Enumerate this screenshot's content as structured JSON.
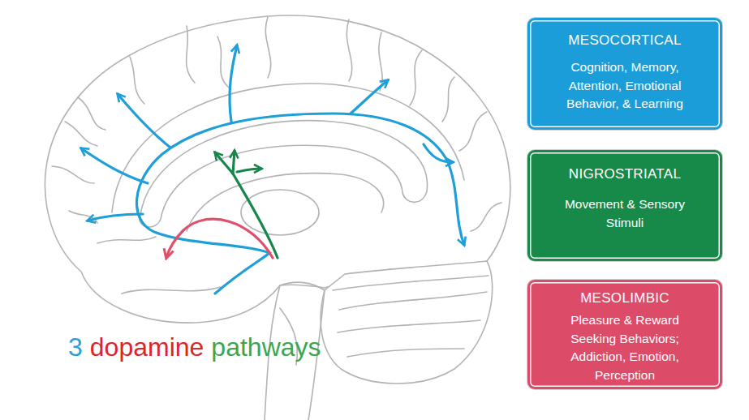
{
  "diagram": {
    "nodes": [
      {
        "text": [
          "MESOCORTICAL",
          "Cognition, Memory, Attention, Emotional Behavior, & Learning"
        ]
      },
      {
        "text": [
          "NIGROSTRIATAL",
          "Movement & Sensory Stimuli"
        ]
      },
      {
        "text": [
          "MESOLIMBIC",
          "Pleasure & Reward Seeking Behaviors; Addiction, Emotion, Perception"
        ]
      }
    ],
    "labels": [
      "3",
      "dopamine",
      "pathways"
    ]
  }
}
